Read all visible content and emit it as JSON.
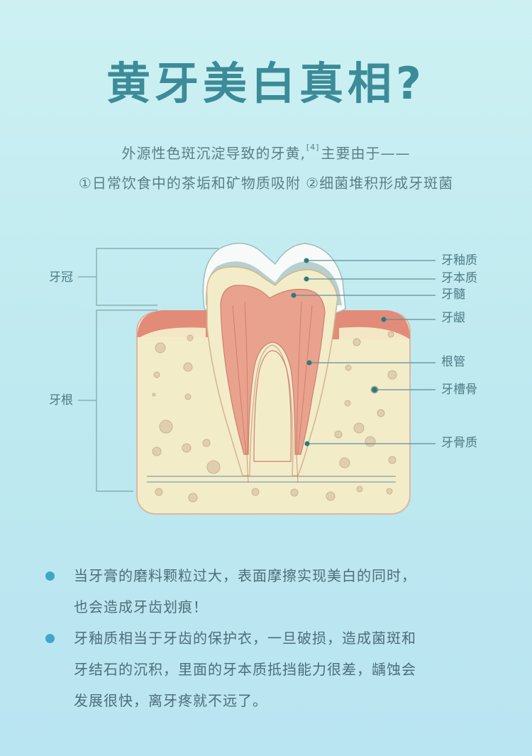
{
  "title": "黄牙美白真相?",
  "intro": {
    "line1_a": "外源性色斑沉淀导致的牙黄,",
    "line1_ref": "[4]",
    "line1_b": "主要由于——",
    "line2": "①日常饮食中的茶垢和矿物质吸附  ②细菌堆积形成牙斑菌"
  },
  "diagram": {
    "left_labels": {
      "crown": "牙冠",
      "root": "牙根"
    },
    "right_labels": [
      "牙釉质",
      "牙本质",
      "牙髓",
      "牙龈",
      "根管",
      "牙槽骨",
      "牙骨质"
    ],
    "colors": {
      "enamel": "#f8fafa",
      "enamel_shade": "#a9c8c4",
      "dentin": "#f3ecc9",
      "pulp": "#e9a28e",
      "gum": "#e38b79",
      "bone": "#f3ecc9",
      "bone_dot": "#d9c7a6",
      "outline": "#cf8f7f",
      "leader_line": "#5f8e97",
      "leader_dot": "#2e7a7a"
    }
  },
  "bullets": [
    {
      "line1": "当牙膏的磨料颗粒过大，表面摩擦实现美白的同时，",
      "line2": "也会造成牙齿划痕！"
    },
    {
      "line1": "牙釉质相当于牙齿的保护衣，一旦破损，造成菌斑和",
      "line2": "牙结石的沉积，里面的牙本质抵挡能力很差，龋蚀会",
      "line3": "发展很快，离牙疼就不远了。"
    }
  ]
}
